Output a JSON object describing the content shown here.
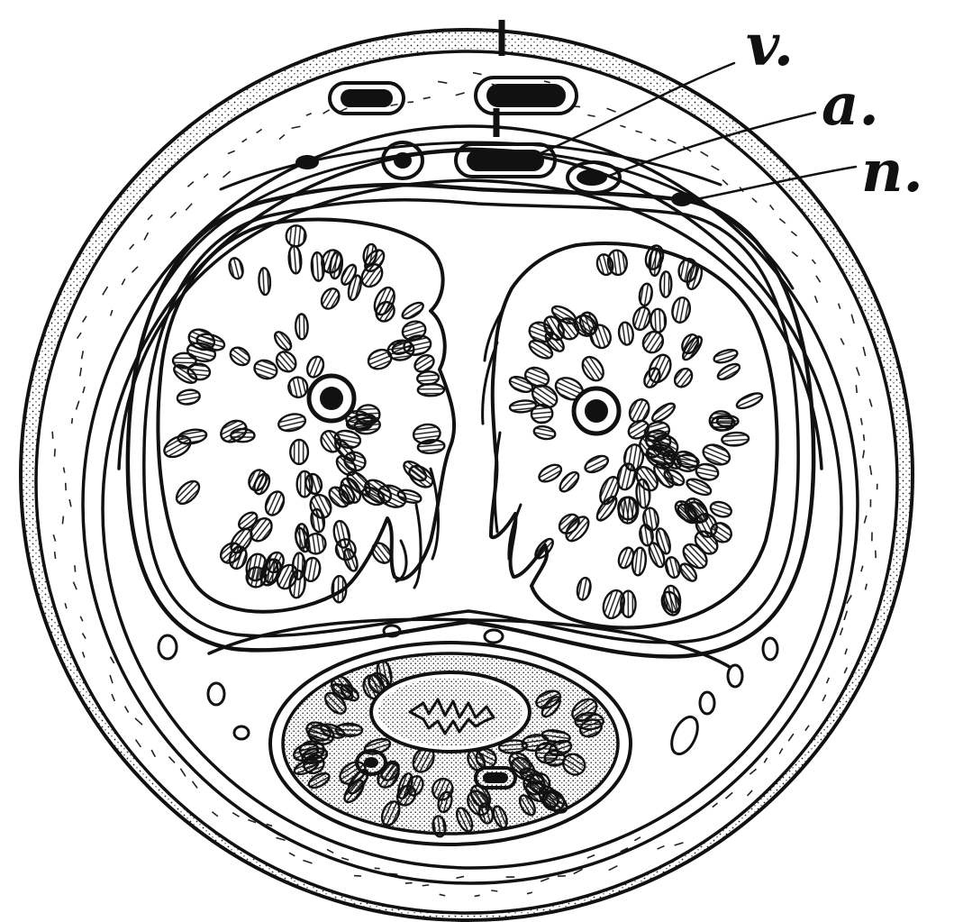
{
  "labels": {
    "v": "v.",
    "a": "a.",
    "n": "n."
  },
  "colors": {
    "ink": "#111111",
    "paper": "#ffffff"
  }
}
